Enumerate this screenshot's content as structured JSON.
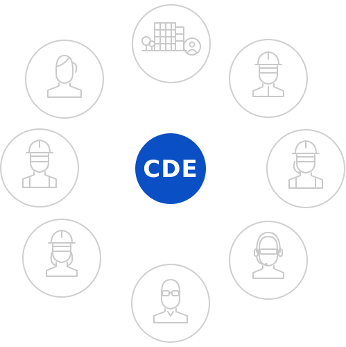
{
  "hub": {
    "label": "CDE",
    "color": "#0a4fc3",
    "label_color": "#ffffff"
  },
  "ring_color": "#cfcfcf",
  "icon_color": "#c9c9c9",
  "nodes": [
    {
      "id": "building",
      "icon": "office-building-with-trees-and-person-badge-icon"
    },
    {
      "id": "worker-top-right",
      "icon": "construction-worker-hardhat-icon"
    },
    {
      "id": "worker-right",
      "icon": "construction-worker-hardhat-headset-icon"
    },
    {
      "id": "operator-bottom-right",
      "icon": "headset-operator-icon"
    },
    {
      "id": "person-bottom",
      "icon": "person-with-glasses-icon"
    },
    {
      "id": "worker-bottom-left",
      "icon": "female-construction-worker-hardhat-icon"
    },
    {
      "id": "worker-left",
      "icon": "construction-worker-hardhat-goggles-icon"
    },
    {
      "id": "woman-top-left",
      "icon": "woman-user-icon"
    }
  ]
}
